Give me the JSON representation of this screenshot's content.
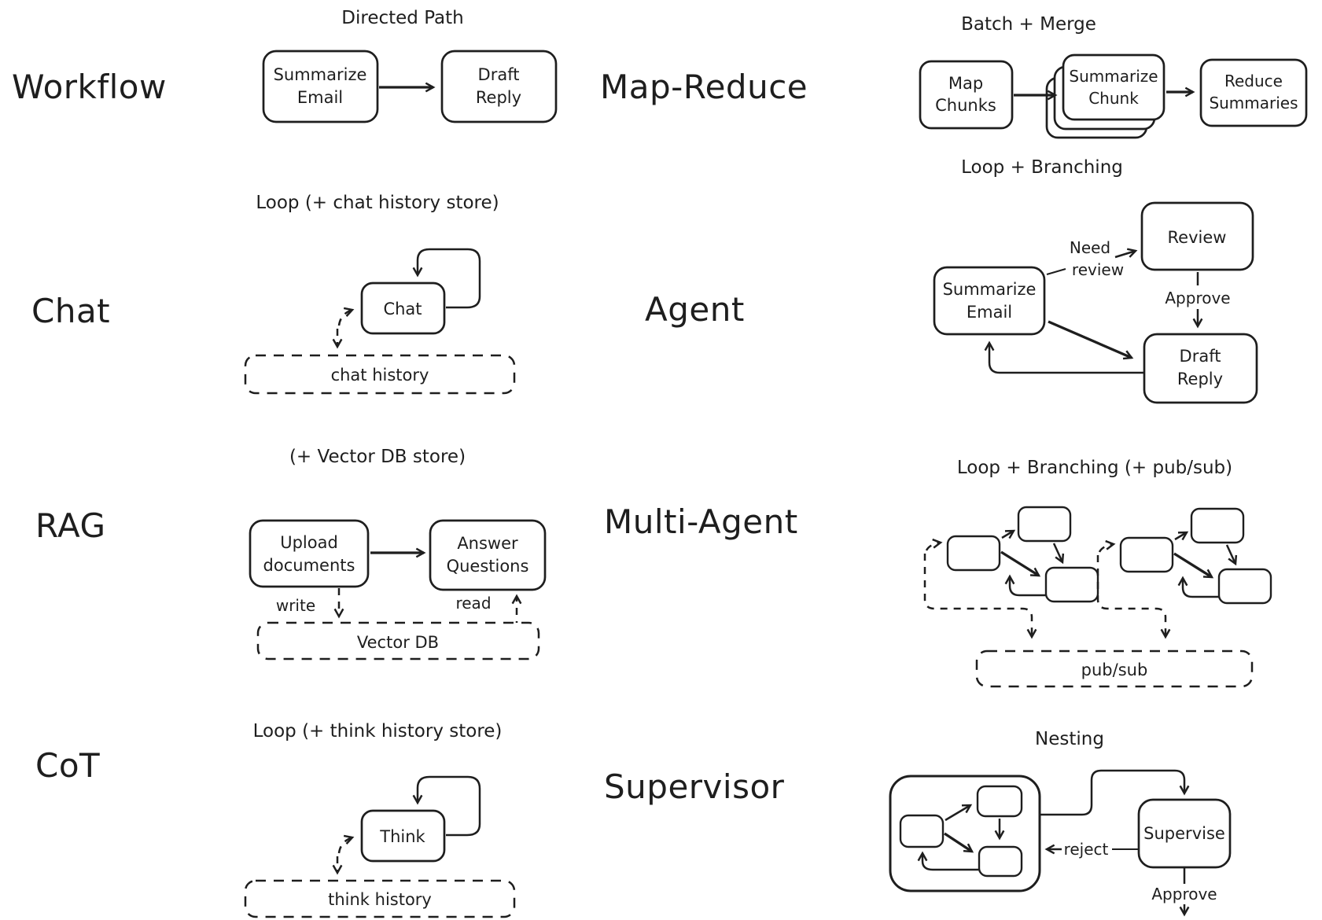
{
  "canvas": {
    "ink": "#1e1e1e",
    "bg": "#ffffff"
  },
  "sections": {
    "workflow": {
      "label": "Workflow",
      "title": "Directed Path",
      "node_a": [
        "Summarize",
        "Email"
      ],
      "node_b": [
        "Draft",
        "Reply"
      ]
    },
    "map_reduce": {
      "label": "Map-Reduce",
      "title": "Batch + Merge",
      "node_a": [
        "Map",
        "Chunks"
      ],
      "node_b": [
        "Summarize",
        "Chunk"
      ],
      "node_c": [
        "Reduce",
        "Summaries"
      ]
    },
    "chat": {
      "label": "Chat",
      "title": "Loop (+ chat history store)",
      "node": "Chat",
      "store": "chat history"
    },
    "agent": {
      "label": "Agent",
      "title": "Loop + Branching",
      "node_a": [
        "Summarize",
        "Email"
      ],
      "node_b": "Review",
      "node_c": [
        "Draft",
        "Reply"
      ],
      "edge_need": [
        "Need",
        "review"
      ],
      "edge_approve": "Approve"
    },
    "rag": {
      "label": "RAG",
      "title": "(+ Vector DB store)",
      "node_a": [
        "Upload",
        "documents"
      ],
      "node_b": [
        "Answer",
        "Questions"
      ],
      "edge_write": "write",
      "edge_read": "read",
      "store": "Vector DB"
    },
    "multi_agent": {
      "label": "Multi-Agent",
      "title": "Loop + Branching (+ pub/sub)",
      "store": "pub/sub"
    },
    "cot": {
      "label": "CoT",
      "title": "Loop (+ think history store)",
      "node": "Think",
      "store": "think history"
    },
    "supervisor": {
      "label": "Supervisor",
      "title": "Nesting",
      "node": "Supervise",
      "edge_reject": "reject",
      "edge_approve": "Approve"
    }
  }
}
